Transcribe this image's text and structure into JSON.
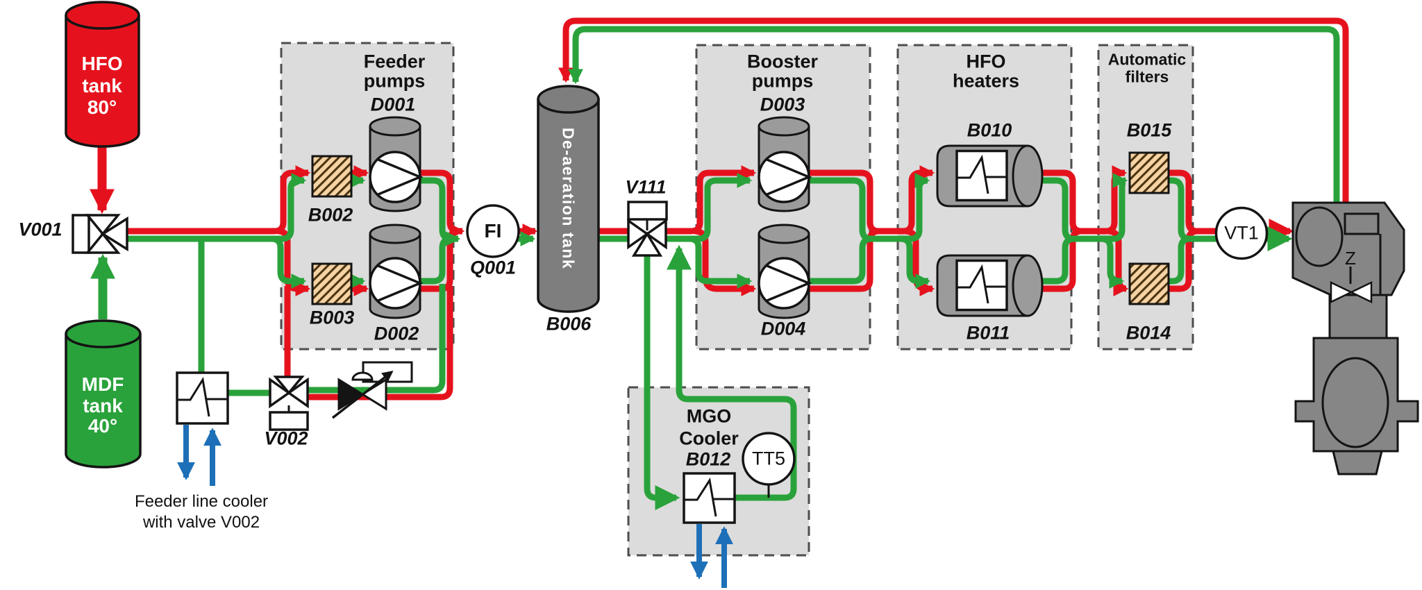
{
  "colors": {
    "hfo_red": "#e5121d",
    "mdf_green": "#2aa23b",
    "cooling_blue": "#1d70b8"
  },
  "tanks": {
    "hfo": {
      "l1": "HFO",
      "l2": "tank",
      "l3": "80°"
    },
    "mdf": {
      "l1": "MDF",
      "l2": "tank",
      "l3": "40°"
    },
    "deaeration": {
      "name": "De-aeration tank",
      "id": "B006"
    }
  },
  "valves": {
    "v001": "V001",
    "v002": "V002",
    "v111": "V111"
  },
  "feeder": {
    "t1": "Feeder",
    "t2": "pumps",
    "pump_top": "D001",
    "pump_bottom": "D002",
    "strainer_top": "B002",
    "strainer_bottom": "B003"
  },
  "booster": {
    "t1": "Booster",
    "t2": "pumps",
    "pump_top": "D003",
    "pump_bottom": "D004"
  },
  "heaters": {
    "t1": "HFO",
    "t2": "heaters",
    "top": "B010",
    "bottom": "B011"
  },
  "autofilters": {
    "t1": "Automatic",
    "t2": "filters",
    "top": "B015",
    "bottom": "B014"
  },
  "mgo": {
    "t1": "MGO",
    "t2": "Cooler",
    "id": "B012",
    "sensor": "TT5"
  },
  "instruments": {
    "flow": "FI",
    "flow_id": "Q001",
    "viscosity": "VT1"
  },
  "engine": {
    "valve_label": "Z"
  },
  "caption": {
    "l1": "Feeder line cooler",
    "l2": "with valve V002"
  }
}
